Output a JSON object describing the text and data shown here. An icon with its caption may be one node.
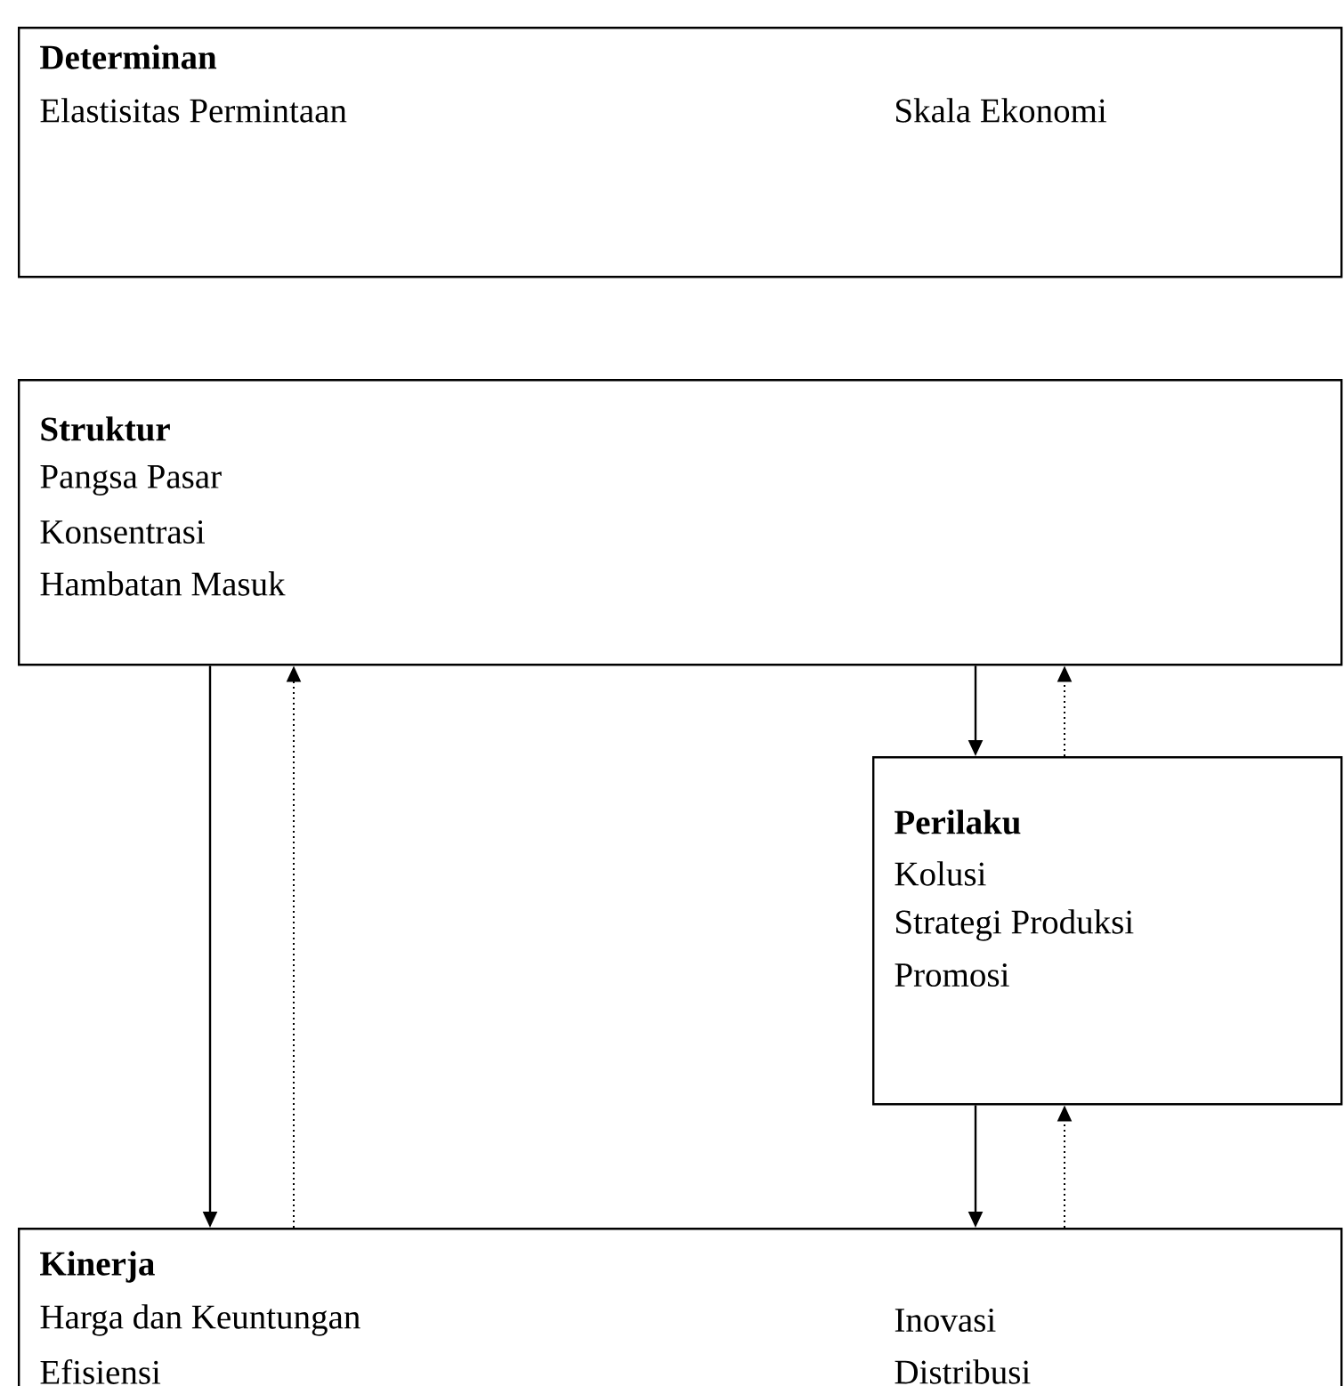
{
  "diagram": {
    "nodes": [
      {
        "text": [
          "Determinan",
          "Elastisitas Permintaan",
          "Skala Ekonomi"
        ]
      },
      {
        "text": [
          "Struktur",
          "Pangsa Pasar",
          "Konsentrasi",
          "Hambatan Masuk"
        ]
      },
      {
        "text": [
          "Perilaku",
          "Kolusi",
          "Strategi Produksi",
          "Promosi"
        ]
      },
      {
        "text": [
          "Kinerja",
          "Harga dan Keuntungan",
          "Inovasi",
          "Efisiensi",
          "Distribusi"
        ]
      }
    ],
    "edges": [
      {
        "from": 1,
        "to": 3,
        "arrow": "to"
      },
      {
        "from": 3,
        "to": 1,
        "arrow": "to",
        "style": "dashed"
      },
      {
        "from": 1,
        "to": 2,
        "arrow": "to"
      },
      {
        "from": 2,
        "to": 1,
        "arrow": "to",
        "style": "dashed"
      },
      {
        "from": 2,
        "to": 3,
        "arrow": "to"
      },
      {
        "from": 3,
        "to": 2,
        "arrow": "to",
        "style": "dashed"
      }
    ]
  }
}
